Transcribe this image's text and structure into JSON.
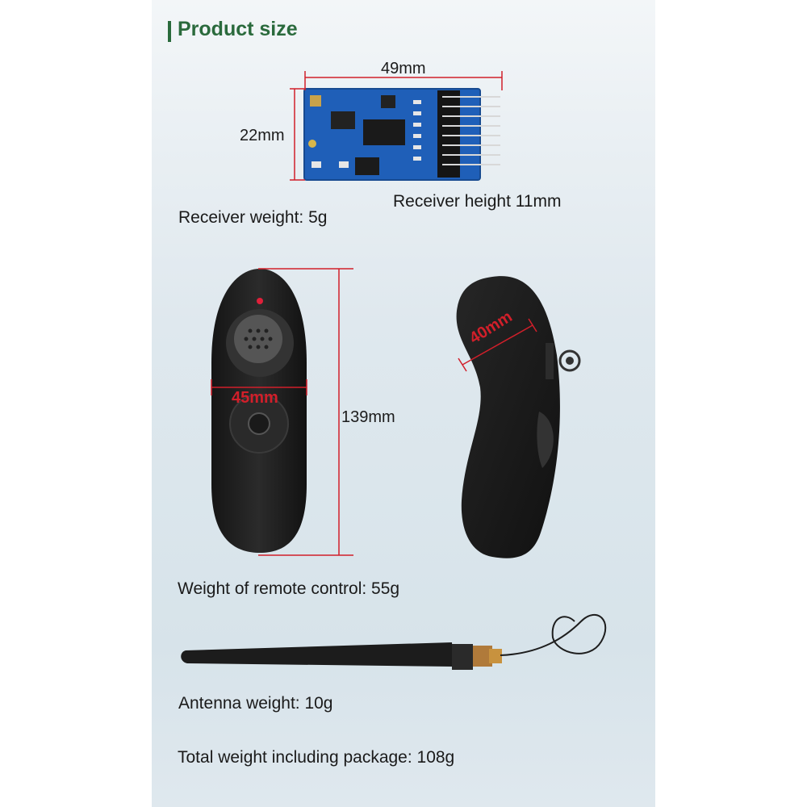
{
  "title": "Product size",
  "receiver": {
    "width_label": "49mm",
    "height_label": "22mm",
    "thickness_label": "Receiver height 11mm",
    "weight_label": "Receiver weight: 5g",
    "board_color": "#1f5fb8"
  },
  "remote": {
    "width_label": "45mm",
    "length_label": "139mm",
    "side_label": "40mm",
    "weight_label": "Weight of remote control: 55g",
    "body_color": "#1e1e1e",
    "dimension_line_color": "#d11f2a"
  },
  "antenna": {
    "weight_label": "Antenna weight: 10g"
  },
  "package": {
    "weight_label": "Total weight including package: 108g"
  }
}
